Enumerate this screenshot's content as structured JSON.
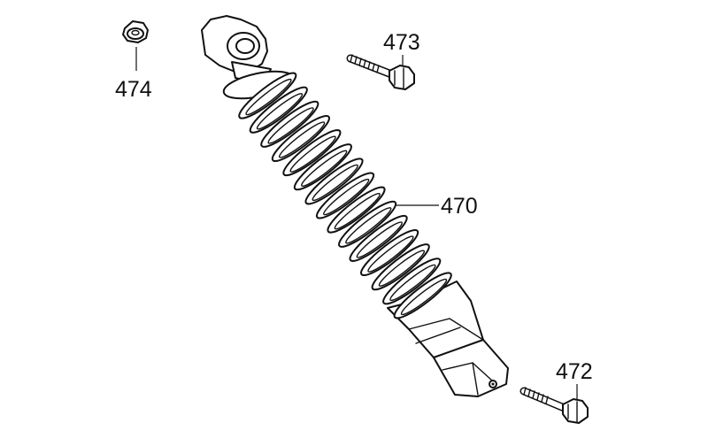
{
  "diagram": {
    "callouts": {
      "p470": "470",
      "p472": "472",
      "p473": "473",
      "p474": "474"
    },
    "line_color": "#111111",
    "background": "#ffffff"
  }
}
